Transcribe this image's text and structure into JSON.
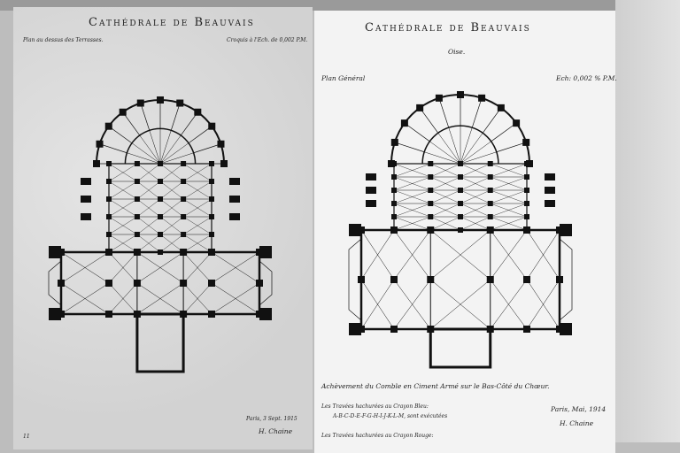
{
  "left_sheet": {
    "title": "Cathédrale de Beauvais",
    "subtitle_left": "Plan au dessus des Terrasses.",
    "subtitle_right": "Croquis à l'Ech. de 0,002 P.M.",
    "date": "Paris, 3 Sept. 1915",
    "signature": "H. Chaine",
    "corner_mark": "11"
  },
  "right_sheet": {
    "title": "Cathédrale de Beauvais",
    "region": "Oise.",
    "subtitle_left": "Plan Général",
    "subtitle_right": "Ech: 0,002 % P.M.",
    "caption": "Achèvement du Comble en Ciment Armé sur le Bas-Côté du Chœur.",
    "legend_blue_heading": "Les Travées hachurées au Crayon Bleu:",
    "legend_blue_items": "A-B-C-D-E-F-G-H-I-J-K-L-M, sont exécutées",
    "legend_red_heading": "Les Travées hachurées au Crayon Rouge:",
    "date": "Paris, Mai, 1914",
    "signature": "H. Chaine"
  },
  "colors": {
    "ink": "#111111",
    "paper_left": "#d9d9d9",
    "paper_right": "#f3f3f3"
  }
}
